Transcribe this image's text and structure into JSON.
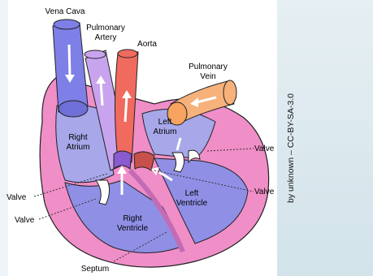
{
  "labels": {
    "vena_cava": "Vena Cava",
    "pulmonary_artery_1": "Pulmonary",
    "pulmonary_artery_2": "Artery",
    "aorta": "Aorta",
    "pulmonary_vein_1": "Pulmonary",
    "pulmonary_vein_2": "Vein",
    "right_atrium_1": "Right",
    "right_atrium_2": "Atrium",
    "left_atrium_1": "Left",
    "left_atrium_2": "Atrium",
    "right_ventricle_1": "Right",
    "right_ventricle_2": "Ventricle",
    "left_ventricle_1": "Left",
    "left_ventricle_2": "Ventricle",
    "valve_right_upper": "Valve",
    "valve_right_lower": "Valve",
    "valve_left_1": "Valve",
    "valve_left_2": "Valve",
    "septum": "Septum"
  },
  "credit": "by unknown – CC-BY-SA-3.0",
  "colors": {
    "deoxygenated": "#7f7fe8",
    "pulmonary_artery": "#c9a4ee",
    "aorta": "#f06a5e",
    "pulmonary_vein": "#f6b27a",
    "heart_wall": "#f08ec8",
    "chamber_fill": "#a7a7ea",
    "valve_purple": "#8a5ad0",
    "valve_red": "#c8504a"
  }
}
